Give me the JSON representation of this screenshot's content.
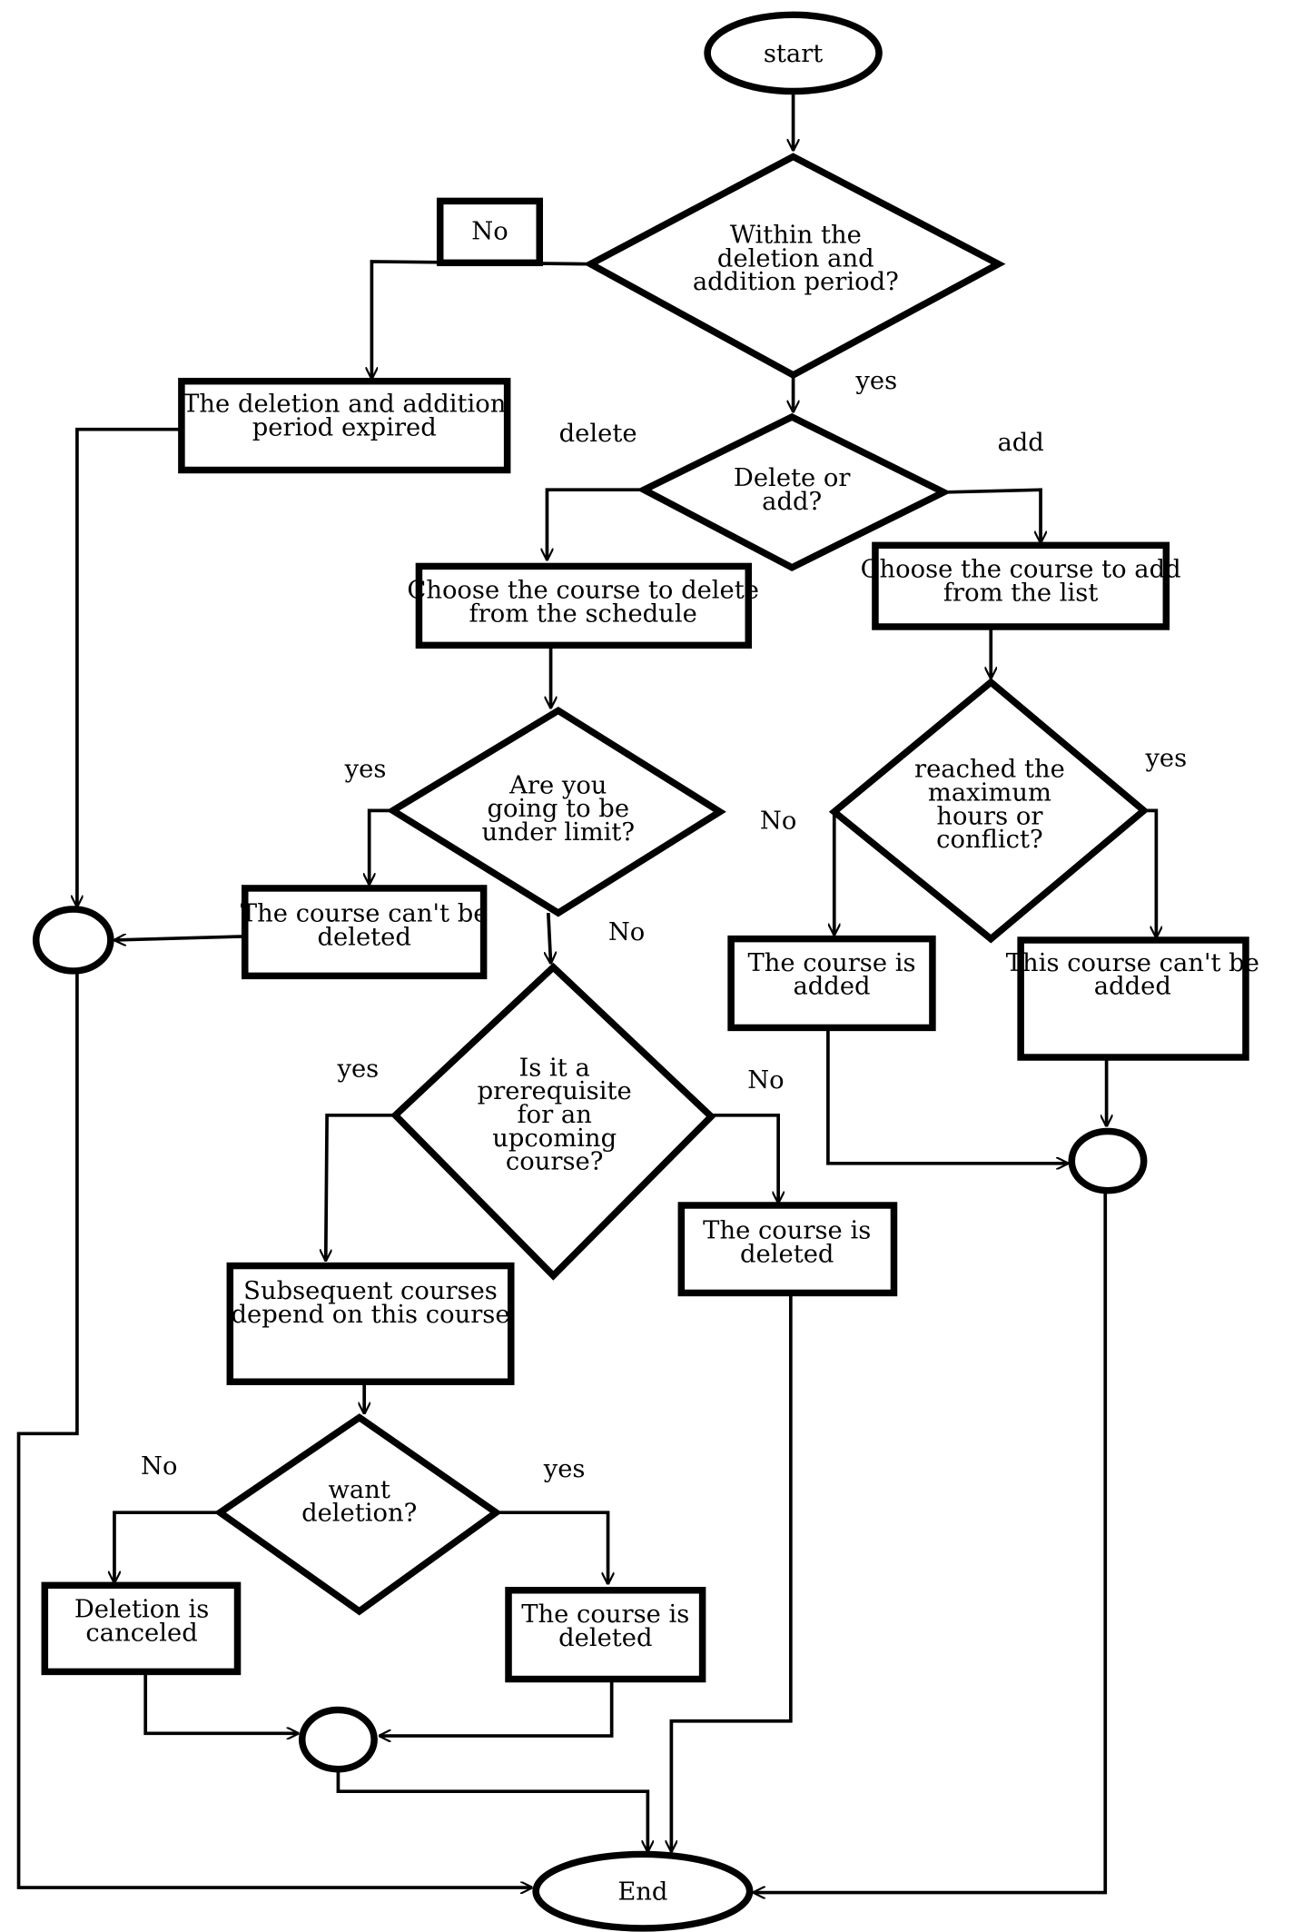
{
  "diagram": {
    "nodes": {
      "start": "start",
      "within_period": "Within the\ndeletion and\naddition period?",
      "no_box": "No",
      "period_expired": "The deletion and addition\nperiod expired",
      "delete_or_add": "Delete or\nadd?",
      "choose_delete": "Choose the course to delete\nfrom the schedule",
      "choose_add": "Choose the course to add\nfrom the list",
      "under_limit": "Are you\ngoing to be\nunder limit?",
      "reached_max": "reached the\nmaximum\nhours or\nconflict?",
      "cant_delete": "The course can't be\ndeleted",
      "course_added": "The course is\nadded",
      "cant_add": "This course can't be\nadded",
      "prerequisite": "Is it a\nprerequisite\nfor an\nupcoming\ncourse?",
      "subsequent": "Subsequent courses\ndepend on this course",
      "deleted_1": "The course is\ndeleted",
      "want_deletion": "want\ndeletion?",
      "deletion_canceled": "Deletion is\ncanceled",
      "deleted_2": "The course is\ndeleted",
      "end": "End"
    },
    "edge_labels": {
      "yes_period": "yes",
      "delete": "delete",
      "add": "add",
      "yes_limit": "yes",
      "no_limit": "No",
      "no_max": "No",
      "yes_max": "yes",
      "yes_prereq": "yes",
      "no_prereq": "No",
      "no_want": "No",
      "yes_want": "yes"
    }
  }
}
